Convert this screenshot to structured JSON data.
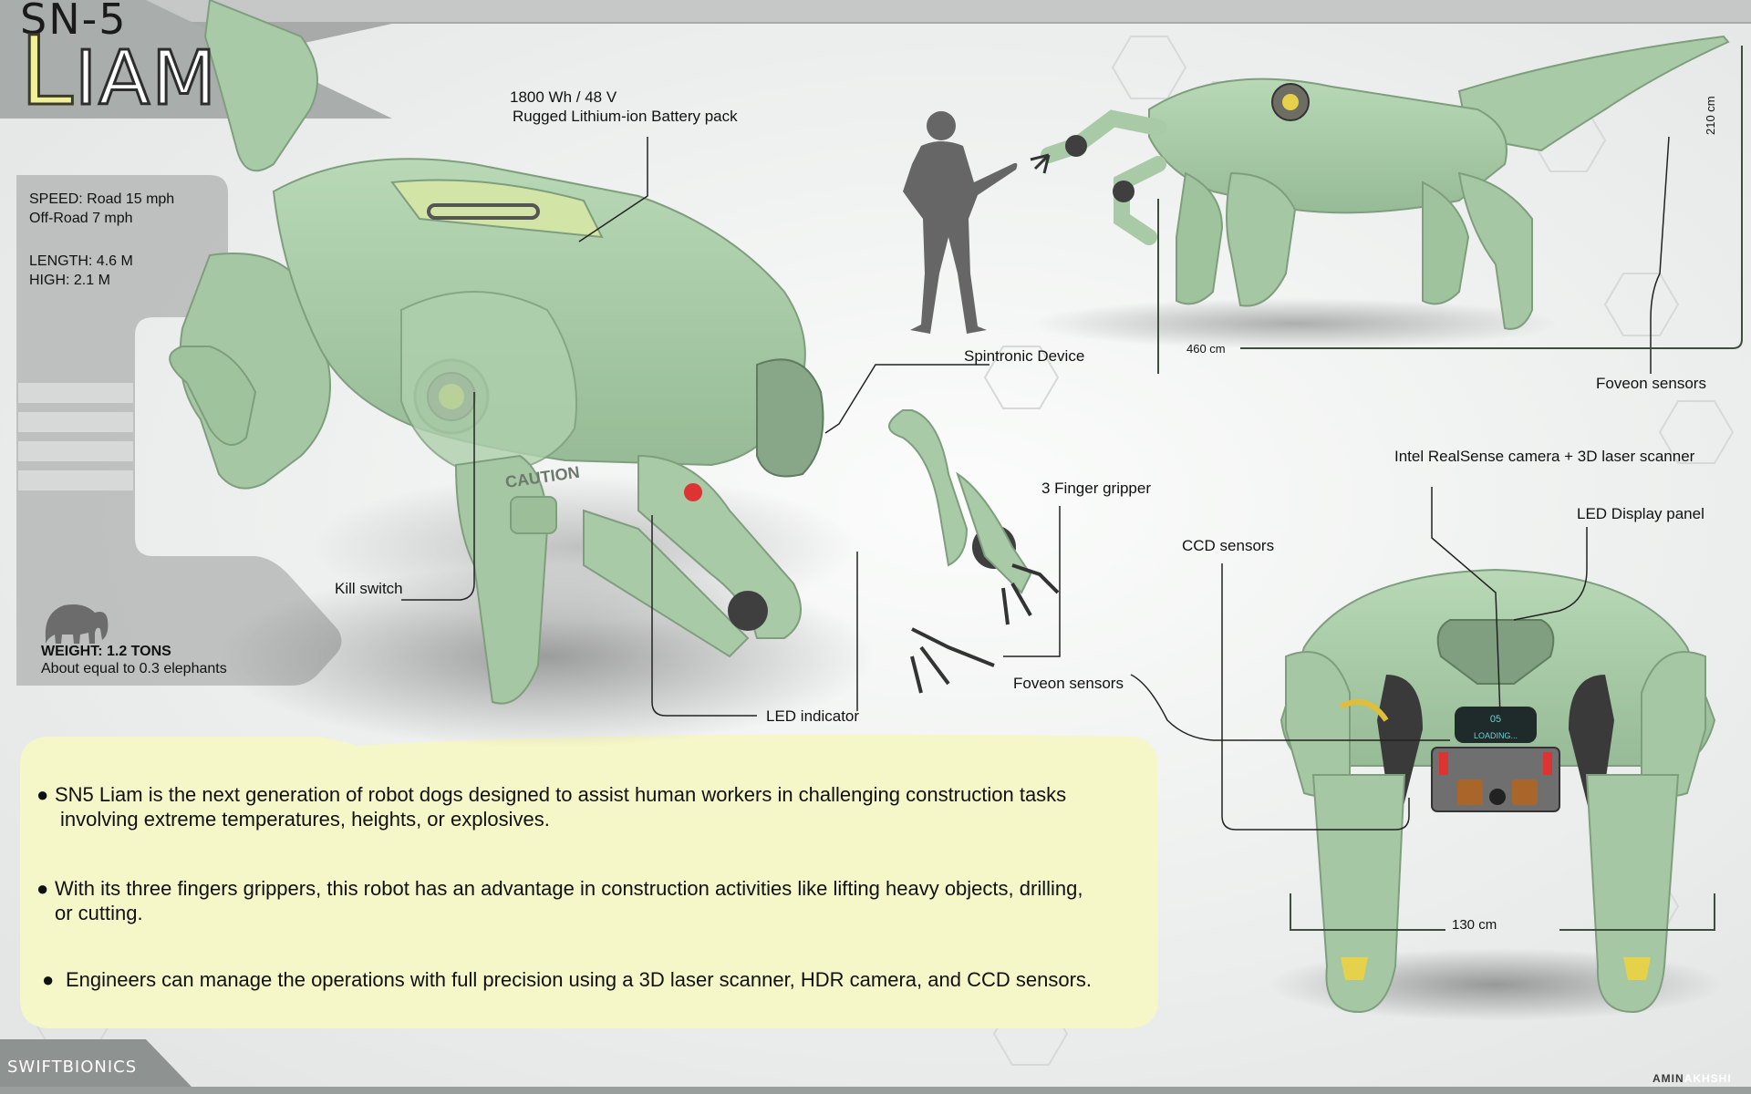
{
  "title": {
    "model": "SN-5",
    "name_initial": "L",
    "name_rest": "IAM"
  },
  "specs": {
    "speed_road": "SPEED: Road 15 mph",
    "speed_offroad": "Off-Road 7 mph",
    "length": "LENGTH: 4.6 M",
    "high": "HIGH: 2.1 M"
  },
  "weight": {
    "label": "WEIGHT: 1.2 TONS",
    "note": "About equal to 0.3 elephants"
  },
  "callouts": {
    "battery_line1": "1800 Wh / 48 V",
    "battery_line2": "Rugged Lithium-ion Battery pack",
    "spintronic": "Spintronic Device",
    "finger_gripper": "3 Finger gripper",
    "kill_switch": "Kill switch",
    "led_indicator": "LED indicator",
    "foveon_front": "Foveon sensors",
    "foveon_side": "Foveon sensors",
    "realsense": "Intel RealSense camera + 3D laser scanner",
    "led_display": "LED Display panel",
    "ccd": "CCD sensors"
  },
  "dimensions": {
    "length": "460 cm",
    "height": "210 cm",
    "width": "130 cm"
  },
  "description": [
    {
      "line1": "SN5 Liam is the next generation of robot dogs designed to assist human workers in challenging construction tasks",
      "line2": "involving extreme temperatures, heights, or explosives."
    },
    {
      "line1": "With its three fingers grippers, this robot has an advantage in construction activities like lifting heavy objects, drilling,",
      "line2": "or cutting."
    },
    {
      "line1": "Engineers can manage the operations with full precision using a 3D laser scanner, HDR camera, and CCD sensors.",
      "line2": ""
    }
  ],
  "decor": {
    "caution_text": "CAUTION",
    "display_number": "05",
    "display_status": "LOADING..."
  },
  "brand": {
    "name": "SWIFTBIONICS"
  },
  "credit": {
    "first": "AMIN",
    "last": "AKHSHI"
  },
  "colors": {
    "robot_body": "#a9cca8",
    "robot_shadow": "#86a886",
    "accent_yellow": "#f0ef9a",
    "description_panel": "#f5f7c8",
    "spec_panel": "#bdbdbd",
    "background": "#eef0ef"
  }
}
